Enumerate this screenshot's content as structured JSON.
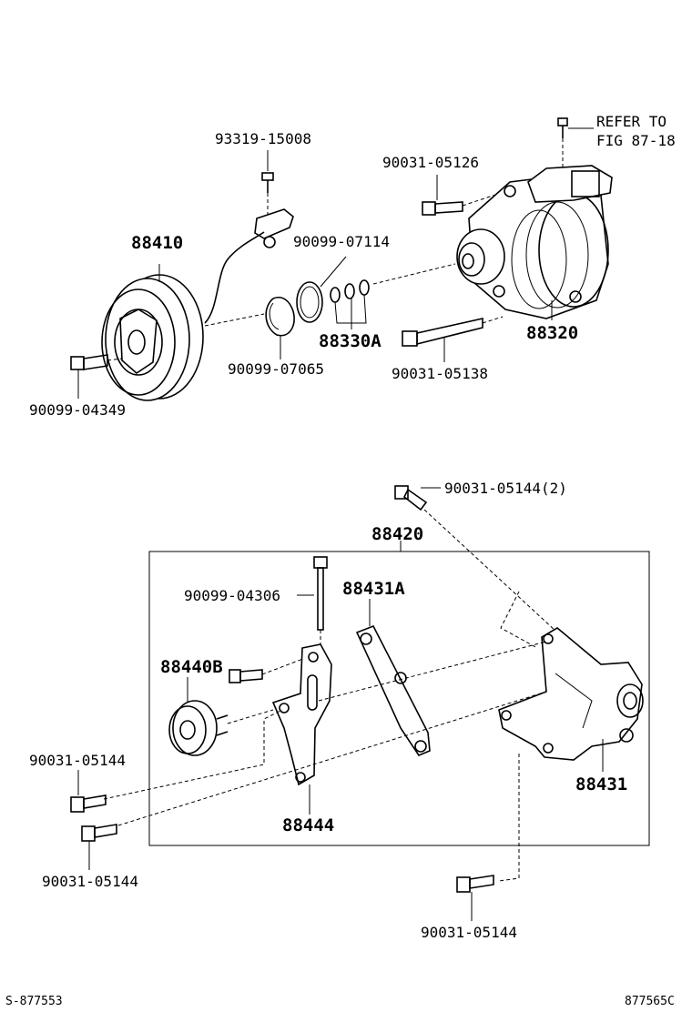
{
  "labels": {
    "bolt_93319": "93319-15008",
    "refer_line1": "REFER TO",
    "refer_line2": "FIG 87-18",
    "bolt_90031_05126": "90031-05126",
    "clutch_88410": "88410",
    "ring_90099_07114": "90099-07114",
    "shims_88330A": "88330A",
    "compressor_88320": "88320",
    "ring_90099_07065": "90099-07065",
    "bolt_90031_05138": "90031-05138",
    "bolt_90099_04349": "90099-04349",
    "bolt_90031_05144_2": "90031-05144(2)",
    "bracket_set_88420": "88420",
    "bolt_90099_04306": "90099-04306",
    "bracket_88431A": "88431A",
    "pulley_88440B": "88440B",
    "bolt_90031_05144_left_a": "90031-05144",
    "bracket_88444": "88444",
    "bracket_88431": "88431",
    "bolt_90031_05144_left_b": "90031-05144",
    "bolt_90031_05144_bottom": "90031-05144"
  },
  "footer": {
    "left_code": "S-877553",
    "right_code": "877565C"
  }
}
